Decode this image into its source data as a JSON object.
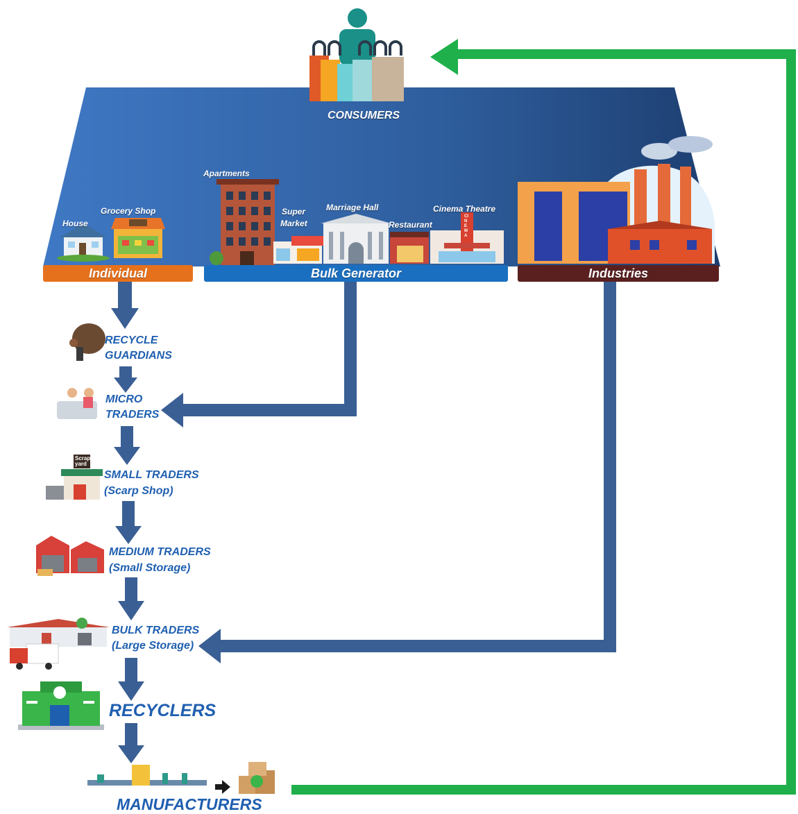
{
  "top": {
    "consumers": "CONSUMERS"
  },
  "sources": {
    "house": "House",
    "grocery": "Grocery Shop",
    "apartments": "Apartments",
    "supermarket_line1": "Super",
    "supermarket_line2": "Market",
    "marriage_hall": "Marriage Hall",
    "restaurant": "Restaurant",
    "cinema": "Cinema Theatre"
  },
  "categories": {
    "individual": "Individual",
    "bulk": "Bulk Generator",
    "industries": "Industries"
  },
  "chain": {
    "recycle_1": "RECYCLE",
    "recycle_2": "GUARDIANS",
    "micro_1": "MICRO",
    "micro_2": "TRADERS",
    "small_1": "SMALL TRADERS",
    "small_2": "(Scarp Shop)",
    "medium_1": "MEDIUM  TRADERS",
    "medium_2": "(Small Storage)",
    "bulk_1": "BULK TRADERS",
    "bulk_2": "(Large Storage)",
    "recyclers": "RECYCLERS",
    "manufacturers": "MANUFACTURERS"
  },
  "signs": {
    "scrap_1": "Scrap",
    "scrap_2": "yard",
    "cinema_sign": "CINEMA"
  },
  "colors": {
    "individual": "#e6711c",
    "bulk": "#1b6fc0",
    "industries": "#5a2020",
    "flow_arrow": "#3a5f94",
    "return_loop": "#1fb04b"
  }
}
